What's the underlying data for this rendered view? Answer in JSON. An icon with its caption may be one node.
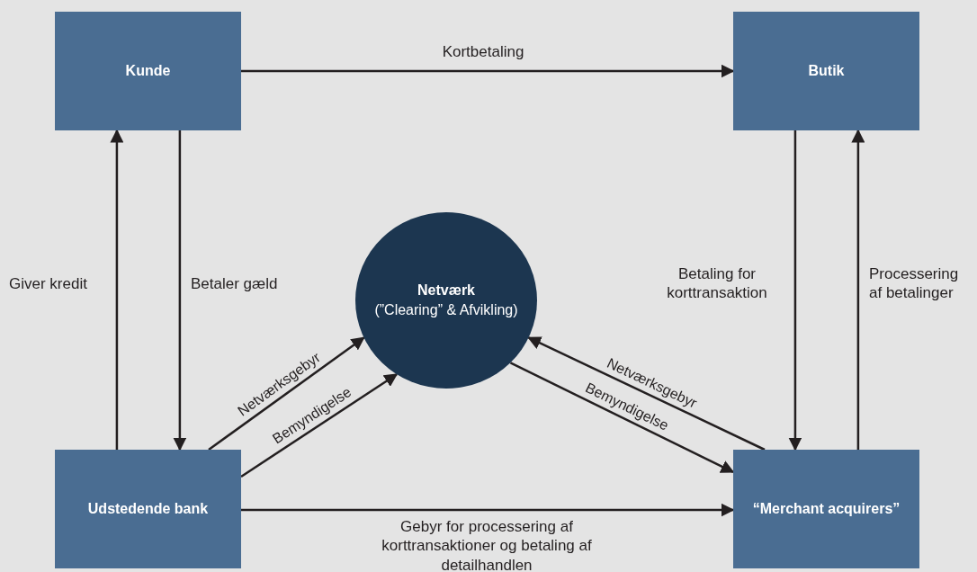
{
  "diagram": {
    "nodes": [
      {
        "text": [
          "Kunde"
        ]
      },
      {
        "text": [
          "Butik"
        ]
      },
      {
        "text": [
          "Netværk",
          "(”Clearing” & Afvikling)"
        ]
      },
      {
        "text": [
          "Udstedende bank"
        ]
      },
      {
        "text": [
          "“Merchant acquirers”"
        ]
      }
    ],
    "edges": [
      {
        "from": 0,
        "to": 1,
        "arrow": "to",
        "label": "Kortbetaling"
      },
      {
        "from": 3,
        "to": 0,
        "arrow": "to",
        "label": "Giver kredit"
      },
      {
        "from": 0,
        "to": 3,
        "arrow": "to",
        "label": "Betaler gæld"
      },
      {
        "from": 1,
        "to": 4,
        "arrow": "to",
        "label": "Betaling for korttransaktion"
      },
      {
        "from": 4,
        "to": 1,
        "arrow": "to",
        "label": "Processering af betalinger"
      },
      {
        "from": 3,
        "to": 2,
        "arrow": "to",
        "label": "Netværksgebyr"
      },
      {
        "from": 3,
        "to": 2,
        "arrow": "to",
        "label": "Bemyndigelse"
      },
      {
        "from": 4,
        "to": 2,
        "arrow": "to",
        "label": "Netværksgebyr"
      },
      {
        "from": 2,
        "to": 4,
        "arrow": "to",
        "label": "Bemyndigelse"
      },
      {
        "from": 3,
        "to": 4,
        "arrow": "to",
        "label": "Gebyr for processering af korttransaktioner og betaling af detailhandlen"
      }
    ]
  }
}
